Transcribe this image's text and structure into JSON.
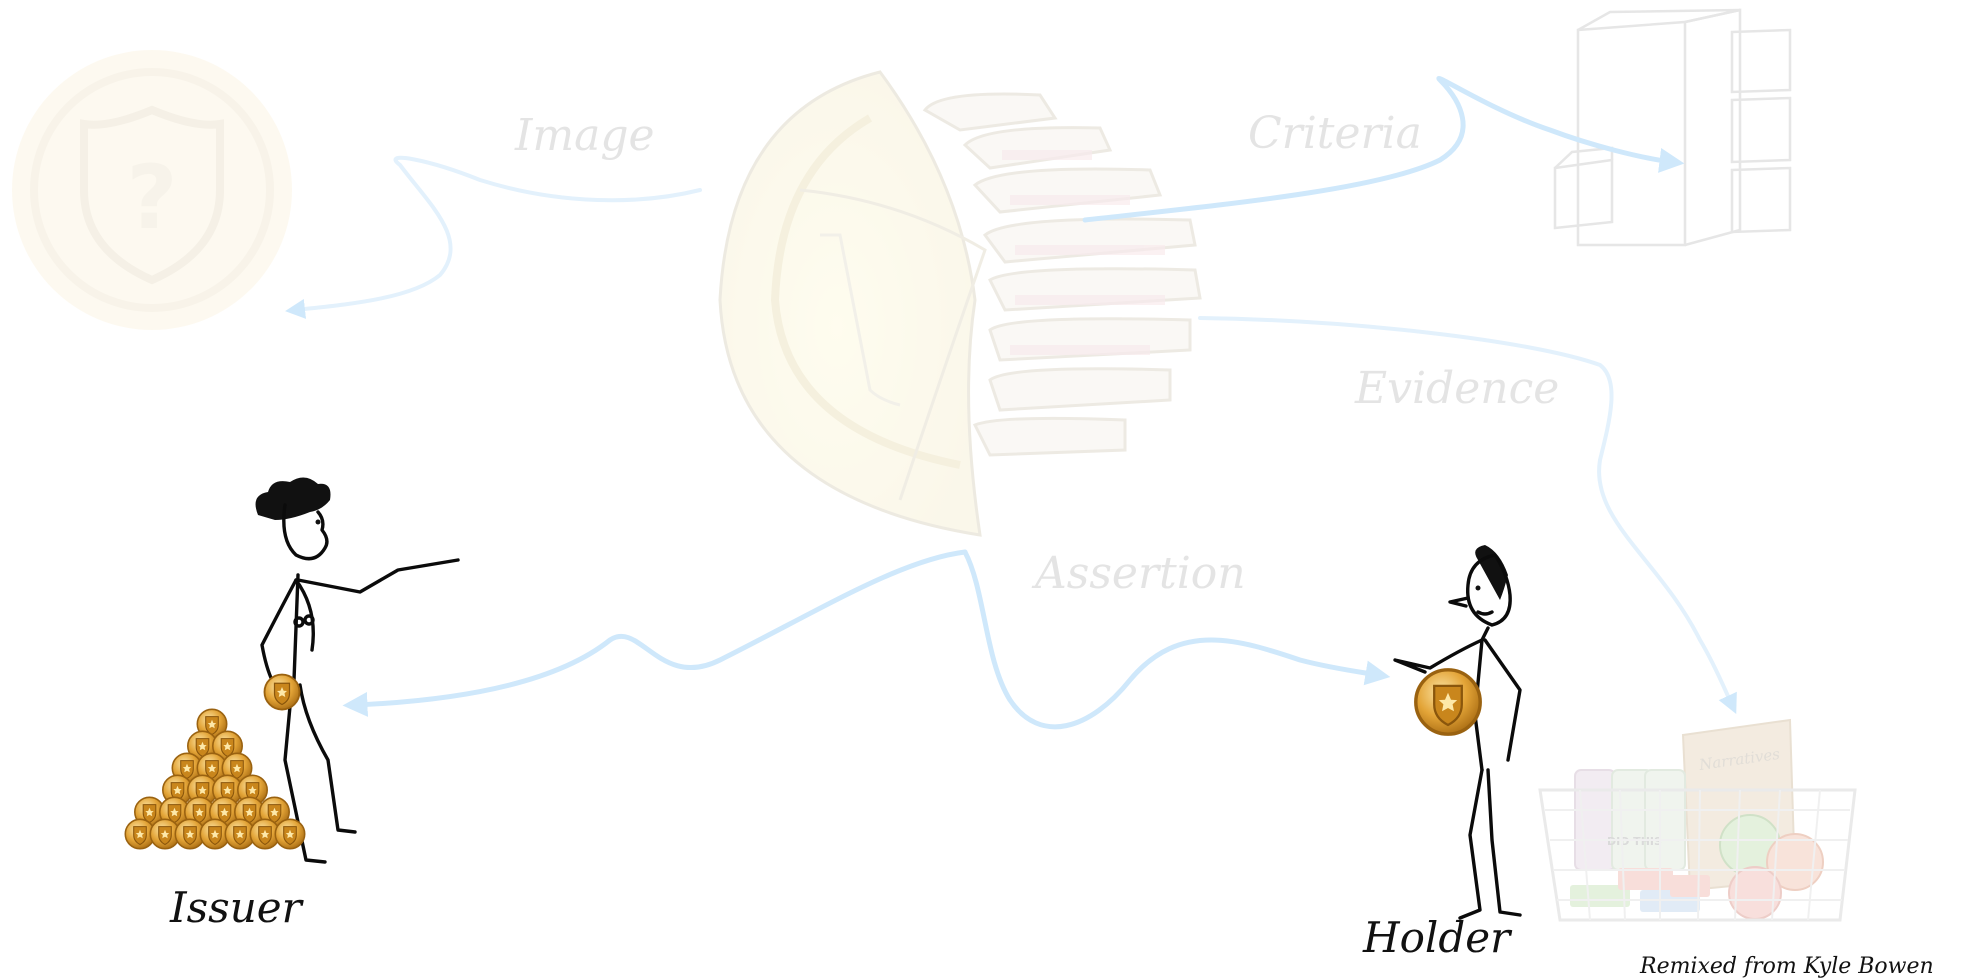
{
  "labels": {
    "image": "Image",
    "criteria": "Criteria",
    "evidence": "Evidence",
    "assertion": "Assertion",
    "issuer": "Issuer",
    "holder": "Holder",
    "credit": "Remixed from Kyle Bowen",
    "basket_book": "Narratives",
    "jar_text": "DID THIS"
  },
  "icons": {
    "image_badge": "question-shield-badge-icon",
    "criteria_blocks": "stacked-blocks-icon",
    "assertion_core": "open-badge-cutaway-icon",
    "issuer_figure": "stick-figure-woman-icon",
    "holder_figure": "stick-figure-man-icon",
    "coin_pile": "badge-coin-pile-icon",
    "evidence_basket": "evidence-basket-icon"
  },
  "colors": {
    "flow_arrow": "#cfe8fb",
    "faint_label": "#e4e4e4",
    "coin_gold": "#e3a437",
    "coin_dark": "#a86b12",
    "ink": "#0b0b0b"
  }
}
